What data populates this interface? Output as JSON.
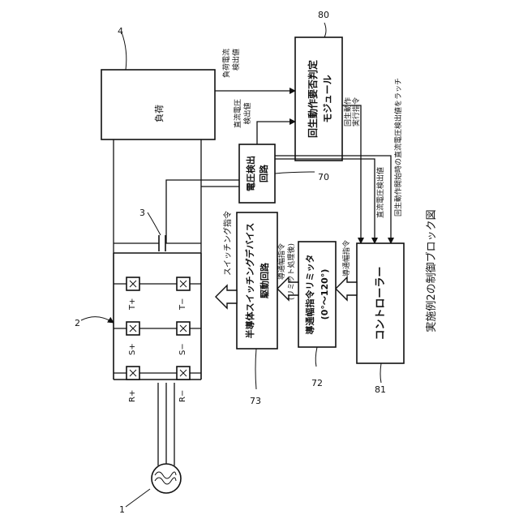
{
  "figure": {
    "caption": "実施例2の制御ブロック図"
  },
  "blocks": {
    "load": "負荷",
    "judge_module": [
      "回生動作要否判定",
      "モジュール"
    ],
    "voltage_detect": [
      "電圧検出",
      "回路"
    ],
    "gate_driver": [
      "半導体スイッチングデバイス",
      "駆動回路"
    ],
    "limiter": [
      "導通幅指令リミッタ",
      "(0°〜120°)"
    ],
    "controller": "コントローラー"
  },
  "signals": {
    "load_current": [
      "負荷電流",
      "検出値"
    ],
    "dc_voltage_to_judge": [
      "直流電圧",
      "検出値"
    ],
    "regen_exec": [
      "回生動作",
      "実行指令"
    ],
    "dc_voltage_to_ctrl": "直流電圧検出値",
    "latch": "回生動作開始時の直流電圧検出値をラッチ",
    "switching_cmd": "スイッチング指令",
    "conduction_cmd_limited": [
      "導通幅指令",
      "(リミット処理後)"
    ],
    "conduction_cmd": "導通幅指令"
  },
  "switches": [
    "R+",
    "S+",
    "T+",
    "R−",
    "S−",
    "T−"
  ],
  "refs": {
    "source": "1",
    "bridge": "2",
    "capacitor": "3",
    "load": "4",
    "voltage_circuit": "70",
    "limiter": "72",
    "gate_driver": "73",
    "judge": "80",
    "controller": "81"
  }
}
